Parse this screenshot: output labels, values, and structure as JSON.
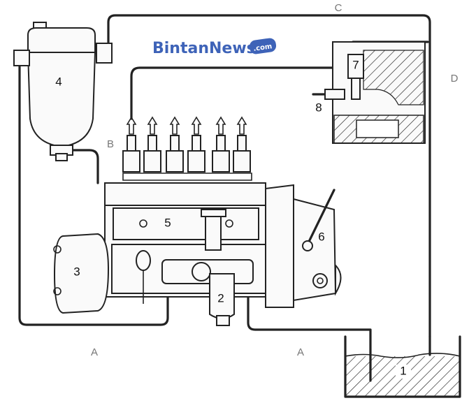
{
  "watermark": {
    "name": "BintanNews",
    "suffix": ".com"
  },
  "callouts": {
    "fuel_tank": "1",
    "fuel_filter": "2",
    "governor_housing": "3",
    "secondary_filter": "4",
    "injection_pump": "5",
    "control_lever": "6",
    "injector": "7",
    "glow_plug": "8"
  },
  "line_letters": {
    "suction_left": "A",
    "suction_right": "A",
    "filter_to_pump": "B",
    "return_top": "C",
    "leak_off_right": "D"
  },
  "colors": {
    "line": "#222222",
    "watermark": "#3e63b8"
  }
}
